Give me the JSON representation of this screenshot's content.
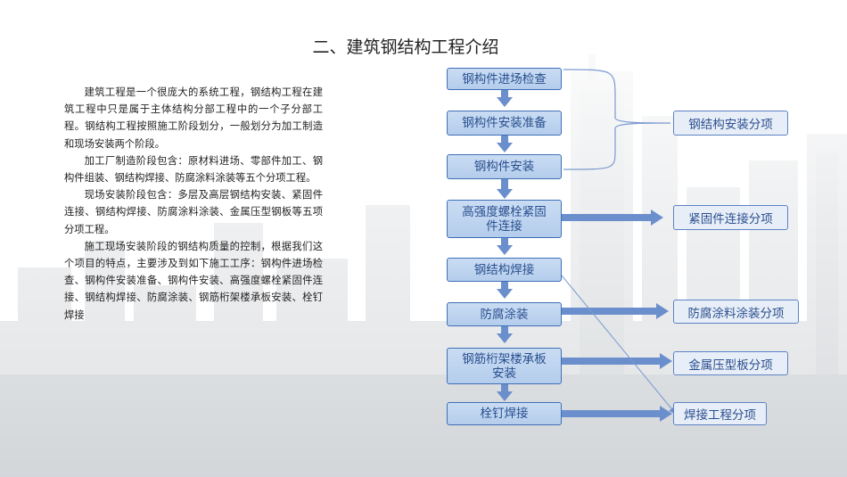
{
  "title": "二、建筑钢结构工程介绍",
  "paragraphs": [
    "建筑工程是一个很庞大的系统工程，钢结构工程在建筑工程中只是属于主体结构分部工程中的一个子分部工程。钢结构工程按照施工阶段划分，一般划分为加工制造和现场安装两个阶段。",
    "加工厂制造阶段包含：原材料进场、零部件加工、钢构件组装、钢结构焊接、防腐涂料涂装等五个分项工程。",
    "现场安装阶段包含：多层及高层钢结构安装、紧固件连接、钢结构焊接、防腐涂料涂装、金属压型钢板等五项分项工程。",
    "施工现场安装阶段的钢结构质量的控制，根据我们这个项目的特点，主要涉及到如下施工工序：钢构件进场检查、钢构件安装准备、钢构件安装、高强度螺栓紧固件连接、钢结构焊接、防腐涂装、钢筋桁架楼承板安装、栓钉焊接"
  ],
  "flow_steps": [
    "钢构件进场检查",
    "钢构件安装准备",
    "钢构件安装",
    "高强度螺栓紧固件连接",
    "钢结构焊接",
    "防腐涂装",
    "钢筋桁架楼承板安装",
    "栓钉焊接"
  ],
  "sub_items": [
    "钢结构安装分项",
    "紧固件连接分项",
    "防腐涂料涂装分项",
    "金属压型板分项",
    "焊接工程分项"
  ],
  "colors": {
    "box_fill": "#bcd3ef",
    "box_border": "#3f6fb6",
    "arrow": "#6b8fcc",
    "text": "#2a4f8f"
  }
}
